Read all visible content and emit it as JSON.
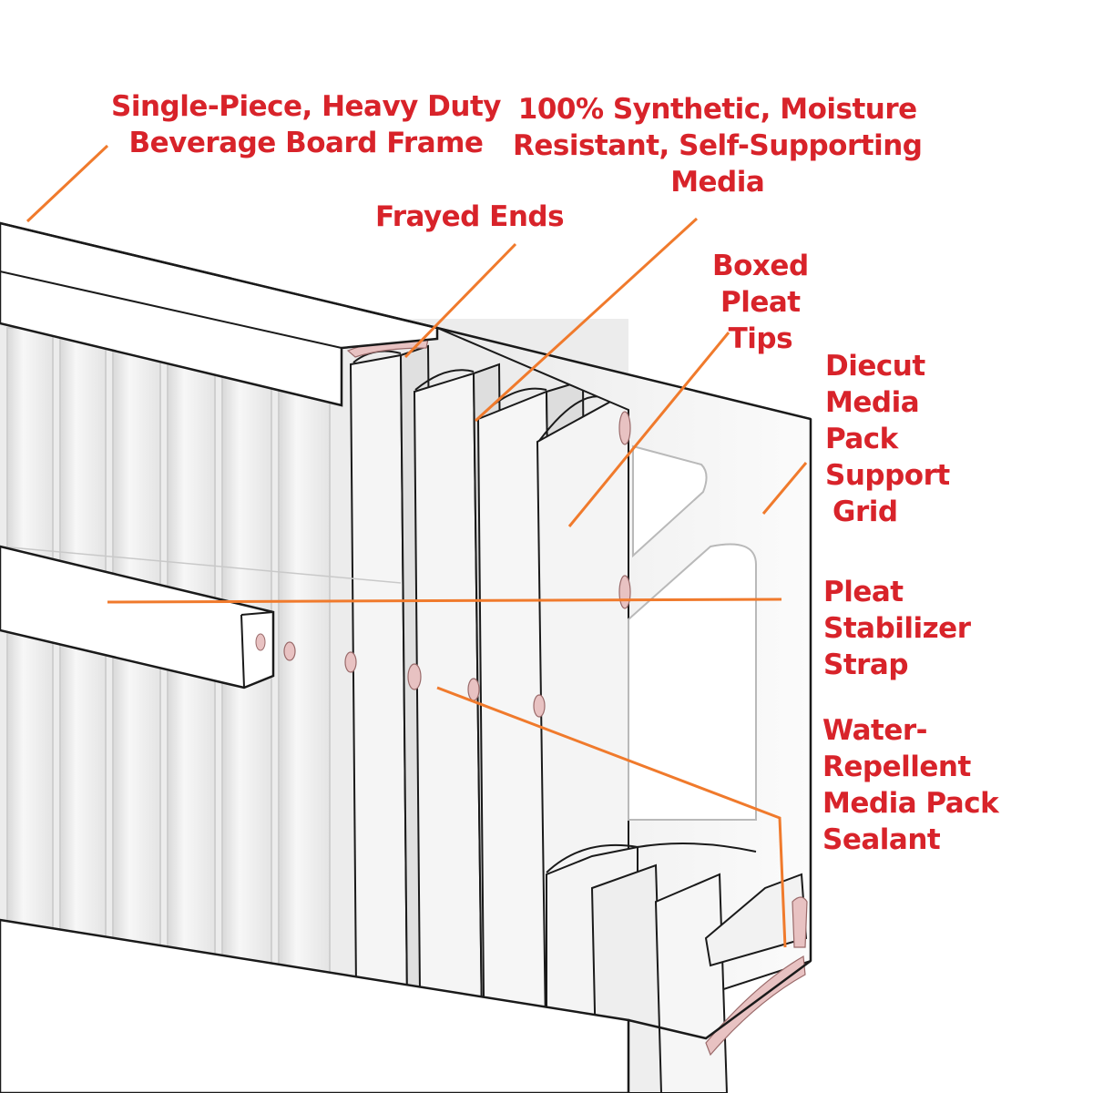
{
  "colors": {
    "label_text": "#d8232a",
    "leader_line": "#f07a2c",
    "outline": "#1a1a1a",
    "media": "#f1f1f1",
    "sealant": "#e8c2c2"
  },
  "labels": {
    "frame": [
      "Single-Piece, Heavy Duty",
      "Beverage Board Frame"
    ],
    "media": [
      "100% Synthetic, Moisture",
      "Resistant, Self-Supporting",
      "Media"
    ],
    "frayed": [
      "Frayed Ends"
    ],
    "boxed": [
      "Boxed",
      "Pleat",
      "Tips"
    ],
    "grid": [
      "Diecut",
      "Media",
      "Pack",
      "Support",
      "Grid"
    ],
    "strap": [
      "Pleat",
      "Stabilizer",
      "Strap"
    ],
    "sealant": [
      "Water-",
      "Repellent",
      "Media Pack",
      "Sealant"
    ]
  }
}
